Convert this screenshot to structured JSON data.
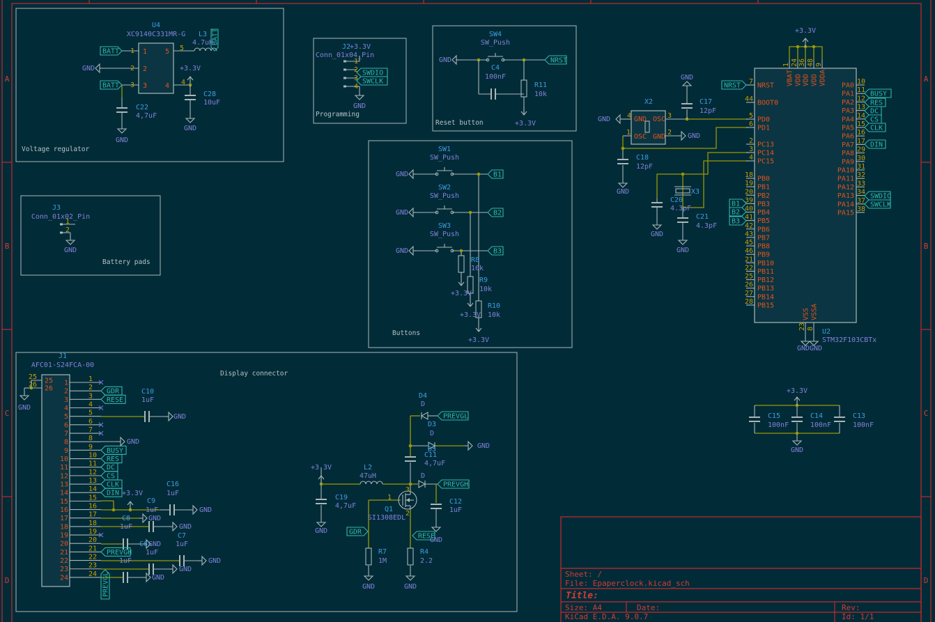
{
  "sheet": {
    "row_markers": [
      "A",
      "B",
      "C",
      "D"
    ],
    "title_block": {
      "sheet": "Sheet: /",
      "file": "File: Epaperclock.kicad_sch",
      "title": "Title:",
      "size": "Size: A4",
      "date": "Date:",
      "rev": "Rev:",
      "app": "KiCad E.D.A. 9.0.7",
      "id": "Id: 1/1"
    }
  },
  "notes": {
    "voltage_regulator": "Voltage regulator",
    "programming": "Programming",
    "reset_button": "Reset button",
    "buttons": "Buttons",
    "battery_pads": "Battery pads",
    "display_connector": "Display connector"
  },
  "power": {
    "vcc": "+3.3V",
    "gnd": "GND",
    "gndgnd": "GNDGND"
  },
  "components": {
    "U4": {
      "ref": "U4",
      "value": "XC9140C331MR-G"
    },
    "L3": {
      "ref": "L3",
      "value": "4.7uH"
    },
    "C22": {
      "ref": "C22",
      "value": "4,7uF"
    },
    "C28": {
      "ref": "C28",
      "value": "10uF"
    },
    "J2": {
      "ref": "J2",
      "value": "Conn_01x04_Pin"
    },
    "SW4": {
      "ref": "SW4",
      "value": "SW_Push"
    },
    "C4": {
      "ref": "C4",
      "value": "100nF"
    },
    "R11": {
      "ref": "R11",
      "value": "10k"
    },
    "SW1": {
      "ref": "SW1",
      "value": "SW_Push"
    },
    "SW2": {
      "ref": "SW2",
      "value": "SW_Push"
    },
    "SW3": {
      "ref": "SW3",
      "value": "SW_Push"
    },
    "R8": {
      "ref": "R8",
      "value": "10k"
    },
    "R9": {
      "ref": "R9",
      "value": "10k"
    },
    "R10": {
      "ref": "R10",
      "value": "10k"
    },
    "J3": {
      "ref": "J3",
      "value": "Conn_01x02_Pin"
    },
    "J1": {
      "ref": "J1",
      "value": "AFC01-S24FCA-00"
    },
    "C10": {
      "ref": "C10",
      "value": "1uF"
    },
    "C16": {
      "ref": "C16",
      "value": "1uF"
    },
    "C9": {
      "ref": "C9",
      "value": "1uF"
    },
    "C8": {
      "ref": "C8",
      "value": "1uF"
    },
    "C7": {
      "ref": "C7",
      "value": "1uF"
    },
    "C6": {
      "ref": "C6",
      "value": "1uF"
    },
    "D4": {
      "ref": "D4",
      "value": "D"
    },
    "D3": {
      "ref": "D3",
      "value": "D"
    },
    "D5": {
      "ref": "D5",
      "value": "D"
    },
    "C11": {
      "ref": "C11",
      "value": "4,7uF"
    },
    "L2": {
      "ref": "L2",
      "value": "47uH"
    },
    "C19": {
      "ref": "C19",
      "value": "4,7uF"
    },
    "C12": {
      "ref": "C12",
      "value": "1uF"
    },
    "Q1": {
      "ref": "Q1",
      "value": "SI1308EDL"
    },
    "R7": {
      "ref": "R7",
      "value": "1M"
    },
    "R4": {
      "ref": "R4",
      "value": "2.2"
    },
    "X2": {
      "ref": "X2"
    },
    "C17": {
      "ref": "C17",
      "value": "12pF"
    },
    "C18": {
      "ref": "C18",
      "value": "12pF"
    },
    "C20": {
      "ref": "C20",
      "value": "4.3pF"
    },
    "C21": {
      "ref": "C21",
      "value": "4.3pF"
    },
    "X3": {
      "ref": "X3"
    },
    "U2": {
      "ref": "U2",
      "value": "STM32F103CBTx"
    },
    "C15": {
      "ref": "C15",
      "value": "100nF"
    },
    "C14": {
      "ref": "C14",
      "value": "100nF"
    },
    "C13": {
      "ref": "C13",
      "value": "100nF"
    }
  },
  "u4_pins": {
    "left": [
      "1",
      "2",
      "3"
    ],
    "right": [
      "5",
      "4"
    ]
  },
  "j2_pins": [
    "1",
    "2",
    "3",
    "4"
  ],
  "j3_pins": [
    "1",
    "2"
  ],
  "x2_pins": {
    "numbers": [
      "4",
      "3",
      "1",
      "2"
    ],
    "names": [
      "GND",
      "OSC",
      "OSC",
      "GND"
    ]
  },
  "q1_pins": [
    "1",
    "3",
    "2"
  ],
  "net_labels": {
    "batt": "BATT",
    "swdio": "SWDIO",
    "swclk": "SWCLK",
    "nrst": "NRST",
    "b1": "B1",
    "b2": "B2",
    "b3": "B3",
    "gdr": "GDR",
    "rese": "RESE",
    "busy": "BUSY",
    "res": "RES",
    "dc": "DC",
    "cs": "CS",
    "clk": "CLK",
    "din": "DIN",
    "prevgh": "PREVGH",
    "prevgl": "PREVGL"
  },
  "u2": {
    "left_pins": [
      {
        "num": "7",
        "name": "NRST"
      },
      {
        "num": "44",
        "name": "BOOT0"
      },
      {
        "num": "5",
        "name": "PD0"
      },
      {
        "num": "6",
        "name": "PD1"
      },
      {
        "num": "2",
        "name": "PC13"
      },
      {
        "num": "3",
        "name": "PC14"
      },
      {
        "num": "4",
        "name": "PC15"
      },
      {
        "num": "18",
        "name": "PB0"
      },
      {
        "num": "19",
        "name": "PB1"
      },
      {
        "num": "20",
        "name": "PB2"
      },
      {
        "num": "39",
        "name": "PB3"
      },
      {
        "num": "40",
        "name": "PB4"
      },
      {
        "num": "41",
        "name": "PB5"
      },
      {
        "num": "42",
        "name": "PB6"
      },
      {
        "num": "43",
        "name": "PB7"
      },
      {
        "num": "45",
        "name": "PB8"
      },
      {
        "num": "46",
        "name": "PB9"
      },
      {
        "num": "21",
        "name": "PB10"
      },
      {
        "num": "22",
        "name": "PB11"
      },
      {
        "num": "25",
        "name": "PB12"
      },
      {
        "num": "26",
        "name": "PB13"
      },
      {
        "num": "27",
        "name": "PB14"
      },
      {
        "num": "28",
        "name": "PB15"
      }
    ],
    "right_pins": [
      {
        "num": "10",
        "name": "PA0"
      },
      {
        "num": "11",
        "name": "PA1"
      },
      {
        "num": "12",
        "name": "PA2"
      },
      {
        "num": "13",
        "name": "PA3"
      },
      {
        "num": "14",
        "name": "PA4"
      },
      {
        "num": "15",
        "name": "PA5"
      },
      {
        "num": "16",
        "name": "PA6"
      },
      {
        "num": "17",
        "name": "PA7"
      },
      {
        "num": "29",
        "name": "PA8"
      },
      {
        "num": "30",
        "name": "PA9"
      },
      {
        "num": "31",
        "name": "PA10"
      },
      {
        "num": "32",
        "name": "PA11"
      },
      {
        "num": "33",
        "name": "PA12"
      },
      {
        "num": "34",
        "name": "PA13"
      },
      {
        "num": "37",
        "name": "PA14"
      },
      {
        "num": "38",
        "name": "PA15"
      }
    ],
    "top_pins": [
      {
        "num": "1",
        "name": "VBAT"
      },
      {
        "num": "24",
        "name": "VDD"
      },
      {
        "num": "36",
        "name": "VDD"
      },
      {
        "num": "48",
        "name": "VDD"
      },
      {
        "num": "9",
        "name": "VDDA"
      }
    ],
    "bottom_pins": [
      {
        "num": "23",
        "name": "VSS"
      },
      {
        "num": "8",
        "name": "VSSA"
      }
    ]
  },
  "j1": {
    "right_pins": [
      "1",
      "2",
      "3",
      "4",
      "5",
      "6",
      "7",
      "8",
      "9",
      "10",
      "11",
      "12",
      "13",
      "14",
      "15",
      "16",
      "17",
      "18",
      "19",
      "20",
      "21",
      "22",
      "23",
      "24"
    ],
    "left_pins": [
      "25",
      "26"
    ]
  }
}
